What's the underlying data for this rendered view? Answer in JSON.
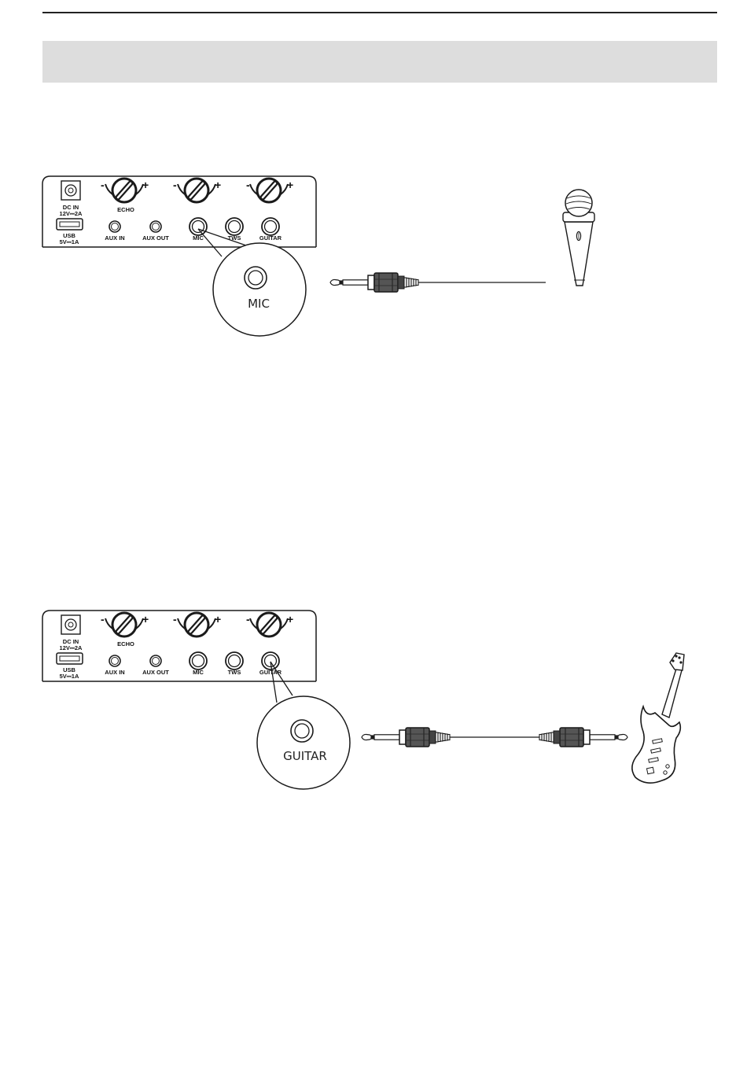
{
  "panel": {
    "dc_in": "DC IN",
    "dc_spec": "12V⎓2A",
    "usb": "USB",
    "usb_spec": "5V⎓1A",
    "echo": "ECHO",
    "aux_in": "AUX IN",
    "aux_out": "AUX OUT",
    "mic": "MIC",
    "tws": "TWS",
    "guitar": "GUITAR",
    "minus": "-",
    "plus": "+"
  },
  "callouts": {
    "mic": "MIC",
    "guitar": "GUITAR"
  },
  "icons": [
    "microphone-icon",
    "electric-guitar-icon",
    "quarter-inch-jack-plug-icon"
  ],
  "colors": {
    "banner": "#dddddd",
    "line": "#1a1a1a",
    "plug_body": "#555555"
  }
}
